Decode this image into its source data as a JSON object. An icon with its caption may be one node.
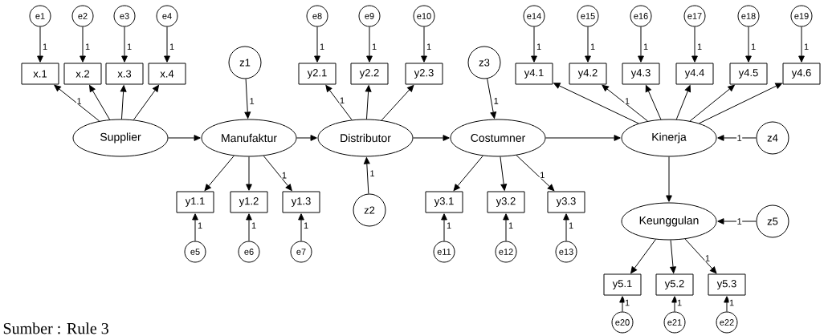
{
  "diagram": {
    "nodes": [
      {
        "text": [
          "e1"
        ]
      },
      {
        "text": [
          "e2"
        ]
      },
      {
        "text": [
          "e3"
        ]
      },
      {
        "text": [
          "e4"
        ]
      },
      {
        "text": [
          "x.1"
        ]
      },
      {
        "text": [
          "x.2"
        ]
      },
      {
        "text": [
          "x.3"
        ]
      },
      {
        "text": [
          "x.4"
        ]
      },
      {
        "text": [
          "Supplier"
        ]
      },
      {
        "text": [
          "z1"
        ]
      },
      {
        "text": [
          "Manufaktur"
        ]
      },
      {
        "text": [
          "y1.1"
        ]
      },
      {
        "text": [
          "y1.2"
        ]
      },
      {
        "text": [
          "y1.3"
        ]
      },
      {
        "text": [
          "e5"
        ]
      },
      {
        "text": [
          "e6"
        ]
      },
      {
        "text": [
          "e7"
        ]
      },
      {
        "text": [
          "e8"
        ]
      },
      {
        "text": [
          "e9"
        ]
      },
      {
        "text": [
          "e10"
        ]
      },
      {
        "text": [
          "y2.1"
        ]
      },
      {
        "text": [
          "y2.2"
        ]
      },
      {
        "text": [
          "y2.3"
        ]
      },
      {
        "text": [
          "Distributor"
        ]
      },
      {
        "text": [
          "z2"
        ]
      },
      {
        "text": [
          "z3"
        ]
      },
      {
        "text": [
          "Costumner"
        ]
      },
      {
        "text": [
          "y3.1"
        ]
      },
      {
        "text": [
          "y3.2"
        ]
      },
      {
        "text": [
          "y3.3"
        ]
      },
      {
        "text": [
          "e11"
        ]
      },
      {
        "text": [
          "e12"
        ]
      },
      {
        "text": [
          "e13"
        ]
      },
      {
        "text": [
          "e14"
        ]
      },
      {
        "text": [
          "e15"
        ]
      },
      {
        "text": [
          "e16"
        ]
      },
      {
        "text": [
          "e17"
        ]
      },
      {
        "text": [
          "e18"
        ]
      },
      {
        "text": [
          "e19"
        ]
      },
      {
        "text": [
          "y4.1"
        ]
      },
      {
        "text": [
          "y4.2"
        ]
      },
      {
        "text": [
          "y4.3"
        ]
      },
      {
        "text": [
          "y4.4"
        ]
      },
      {
        "text": [
          "y4.5"
        ]
      },
      {
        "text": [
          "y4.6"
        ]
      },
      {
        "text": [
          "Kinerja"
        ]
      },
      {
        "text": [
          "z4"
        ]
      },
      {
        "text": [
          "Keunggulan"
        ]
      },
      {
        "text": [
          "z5"
        ]
      },
      {
        "text": [
          "y5.1"
        ]
      },
      {
        "text": [
          "y5.2"
        ]
      },
      {
        "text": [
          "y5.3"
        ]
      },
      {
        "text": [
          "e20"
        ]
      },
      {
        "text": [
          "e21"
        ]
      },
      {
        "text": [
          "e22"
        ]
      }
    ],
    "edges": [
      {
        "from": 0,
        "to": 4,
        "arrow": "to",
        "label": "1"
      },
      {
        "from": 1,
        "to": 5,
        "arrow": "to",
        "label": "1"
      },
      {
        "from": 2,
        "to": 6,
        "arrow": "to",
        "label": "1"
      },
      {
        "from": 3,
        "to": 7,
        "arrow": "to",
        "label": "1"
      },
      {
        "from": 8,
        "to": 4,
        "arrow": "to",
        "label": "1"
      },
      {
        "from": 8,
        "to": 5,
        "arrow": "to"
      },
      {
        "from": 8,
        "to": 6,
        "arrow": "to"
      },
      {
        "from": 8,
        "to": 7,
        "arrow": "to"
      },
      {
        "from": 8,
        "to": 10,
        "arrow": "to"
      },
      {
        "from": 9,
        "to": 10,
        "arrow": "to",
        "label": "1"
      },
      {
        "from": 10,
        "to": 11,
        "arrow": "to"
      },
      {
        "from": 10,
        "to": 12,
        "arrow": "to"
      },
      {
        "from": 10,
        "to": 13,
        "arrow": "to",
        "label": "1"
      },
      {
        "from": 14,
        "to": 11,
        "arrow": "to",
        "label": "1"
      },
      {
        "from": 15,
        "to": 12,
        "arrow": "to",
        "label": "1"
      },
      {
        "from": 16,
        "to": 13,
        "arrow": "to",
        "label": "1"
      },
      {
        "from": 10,
        "to": 23,
        "arrow": "to"
      },
      {
        "from": 17,
        "to": 20,
        "arrow": "to",
        "label": "1"
      },
      {
        "from": 18,
        "to": 21,
        "arrow": "to",
        "label": "1"
      },
      {
        "from": 19,
        "to": 22,
        "arrow": "to",
        "label": "1"
      },
      {
        "from": 23,
        "to": 20,
        "arrow": "to",
        "label": "1"
      },
      {
        "from": 23,
        "to": 21,
        "arrow": "to"
      },
      {
        "from": 23,
        "to": 22,
        "arrow": "to"
      },
      {
        "from": 24,
        "to": 23,
        "arrow": "to",
        "label": "1"
      },
      {
        "from": 23,
        "to": 26,
        "arrow": "to"
      },
      {
        "from": 25,
        "to": 26,
        "arrow": "to",
        "label": "1"
      },
      {
        "from": 26,
        "to": 27,
        "arrow": "to"
      },
      {
        "from": 26,
        "to": 28,
        "arrow": "to"
      },
      {
        "from": 26,
        "to": 29,
        "arrow": "to",
        "label": "1"
      },
      {
        "from": 30,
        "to": 27,
        "arrow": "to",
        "label": "1"
      },
      {
        "from": 31,
        "to": 28,
        "arrow": "to",
        "label": "1"
      },
      {
        "from": 32,
        "to": 29,
        "arrow": "to",
        "label": "1"
      },
      {
        "from": 26,
        "to": 45,
        "arrow": "to"
      },
      {
        "from": 33,
        "to": 39,
        "arrow": "to",
        "label": "1"
      },
      {
        "from": 34,
        "to": 40,
        "arrow": "to",
        "label": "1"
      },
      {
        "from": 35,
        "to": 41,
        "arrow": "to",
        "label": "1"
      },
      {
        "from": 36,
        "to": 42,
        "arrow": "to",
        "label": "1"
      },
      {
        "from": 37,
        "to": 43,
        "arrow": "to",
        "label": "1"
      },
      {
        "from": 38,
        "to": 44,
        "arrow": "to",
        "label": "1"
      },
      {
        "from": 45,
        "to": 39,
        "arrow": "to"
      },
      {
        "from": 45,
        "to": 40,
        "arrow": "to",
        "label": "1"
      },
      {
        "from": 45,
        "to": 41,
        "arrow": "to"
      },
      {
        "from": 45,
        "to": 42,
        "arrow": "to"
      },
      {
        "from": 45,
        "to": 43,
        "arrow": "to"
      },
      {
        "from": 45,
        "to": 44,
        "arrow": "to"
      },
      {
        "from": 46,
        "to": 45,
        "arrow": "to",
        "label": "1"
      },
      {
        "from": 45,
        "to": 47,
        "arrow": "to"
      },
      {
        "from": 48,
        "to": 47,
        "arrow": "to",
        "label": "1"
      },
      {
        "from": 47,
        "to": 49,
        "arrow": "to"
      },
      {
        "from": 47,
        "to": 50,
        "arrow": "to"
      },
      {
        "from": 47,
        "to": 51,
        "arrow": "to",
        "label": "1"
      },
      {
        "from": 52,
        "to": 49,
        "arrow": "to",
        "label": "1"
      },
      {
        "from": 53,
        "to": 50,
        "arrow": "to",
        "label": "1"
      },
      {
        "from": 54,
        "to": 51,
        "arrow": "to",
        "label": "1"
      }
    ],
    "labels": [
      "Sumber : Rule 3"
    ]
  }
}
